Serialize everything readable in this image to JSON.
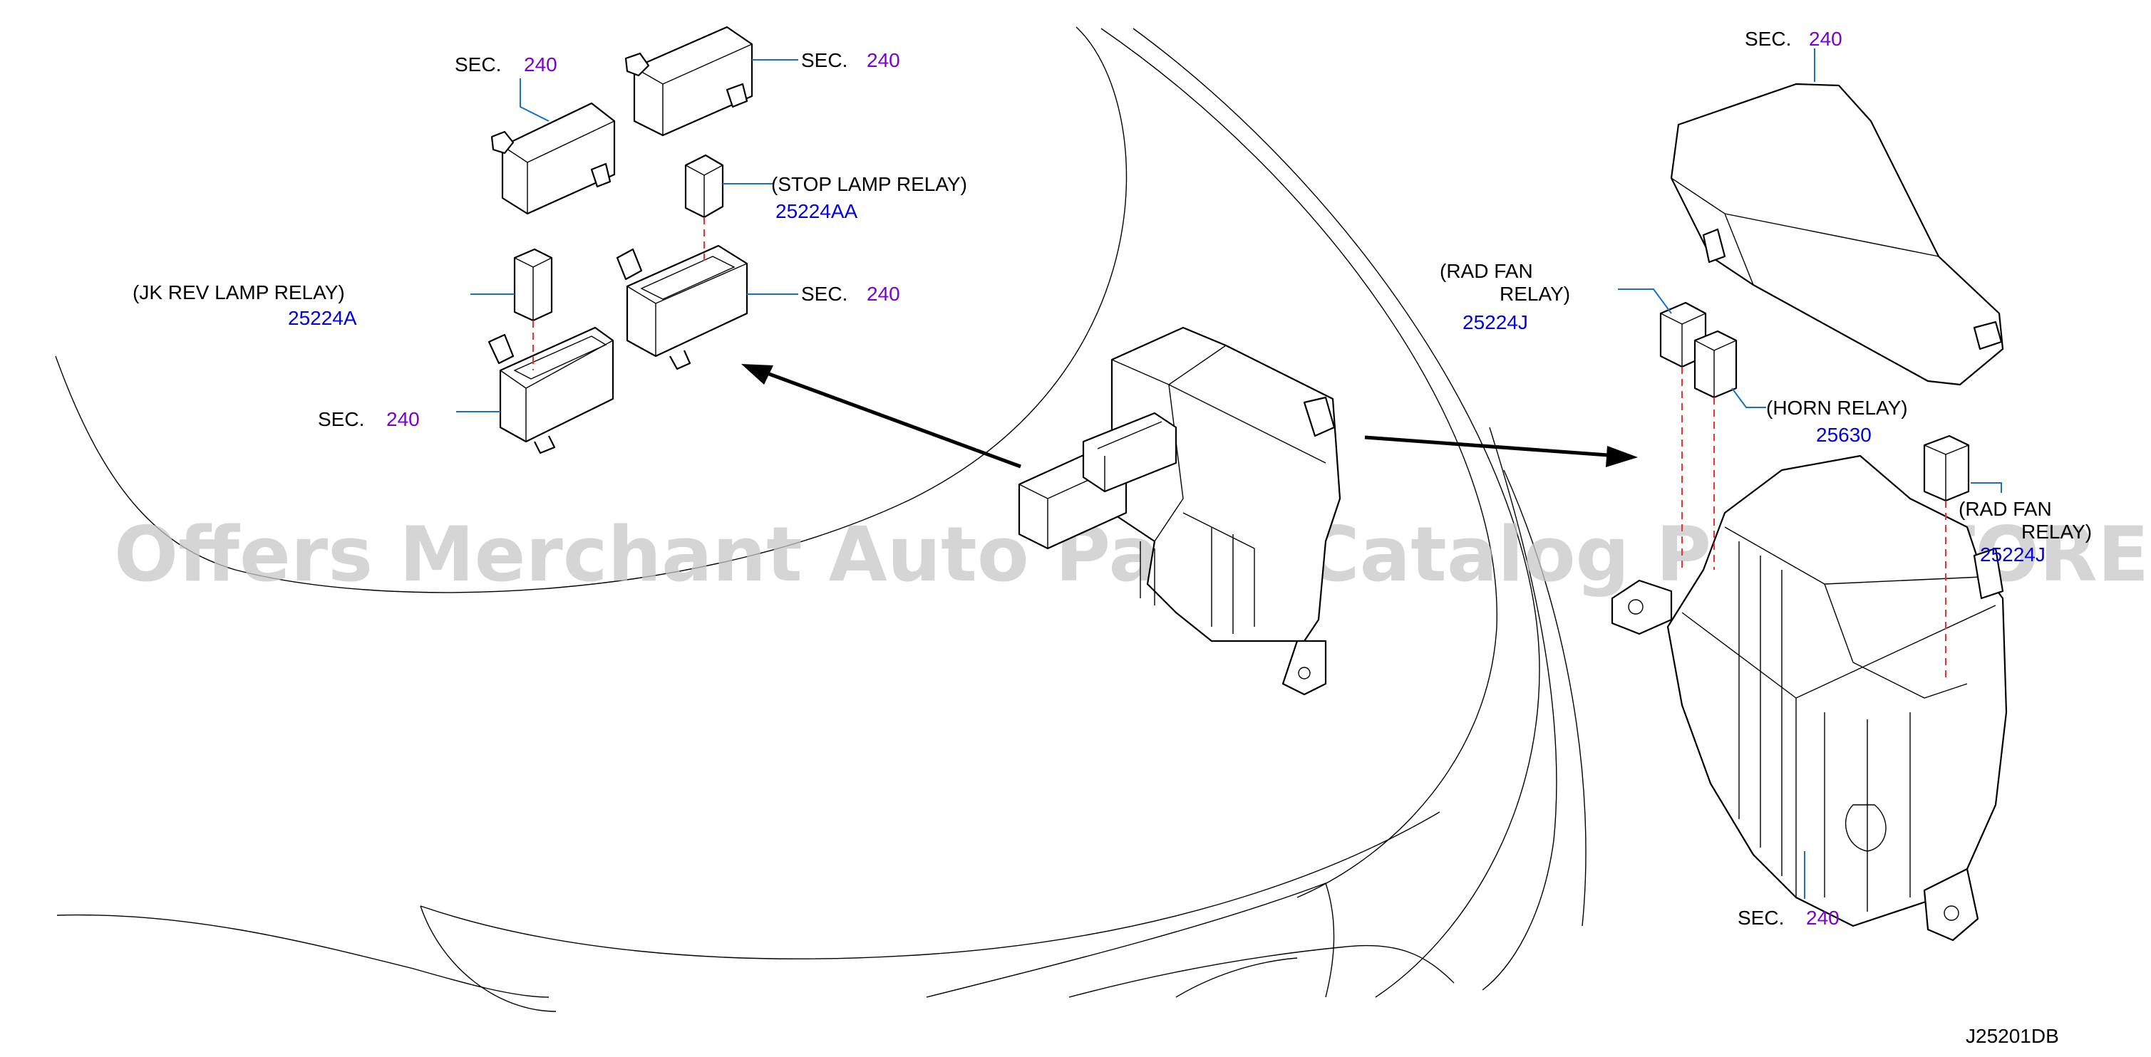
{
  "watermark": "Offers Merchant Auto Parts Catalog PARTSTORE.SA",
  "diagram_code": "J25201DB",
  "sec_prefix": "SEC.",
  "sec_number": "240",
  "labels": {
    "stop_lamp_relay_name": "(STOP   LAMP   RELAY)",
    "stop_lamp_relay_pn": "25224AA",
    "jk_rev_lamp_relay_name": "(JK   REV   LAMP   RELAY)",
    "jk_rev_lamp_relay_pn": "25224A",
    "rad_fan_relay_left_line1": "(RAD   FAN",
    "rad_fan_relay_left_line2": "RELAY)",
    "rad_fan_relay_left_pn": "25224J",
    "horn_relay_name": "(HORN   RELAY)",
    "horn_relay_pn": "25630",
    "rad_fan_relay_right_line1": "(RAD   FAN",
    "rad_fan_relay_right_line2": "RELAY)",
    "rad_fan_relay_right_pn": "25224J"
  },
  "colors": {
    "section_ref": "#7a00d6",
    "part_number": "#0000e6",
    "leader": "#1a6fc7",
    "centerline": "#ff2a2a",
    "watermark": "#c8c8c8"
  }
}
